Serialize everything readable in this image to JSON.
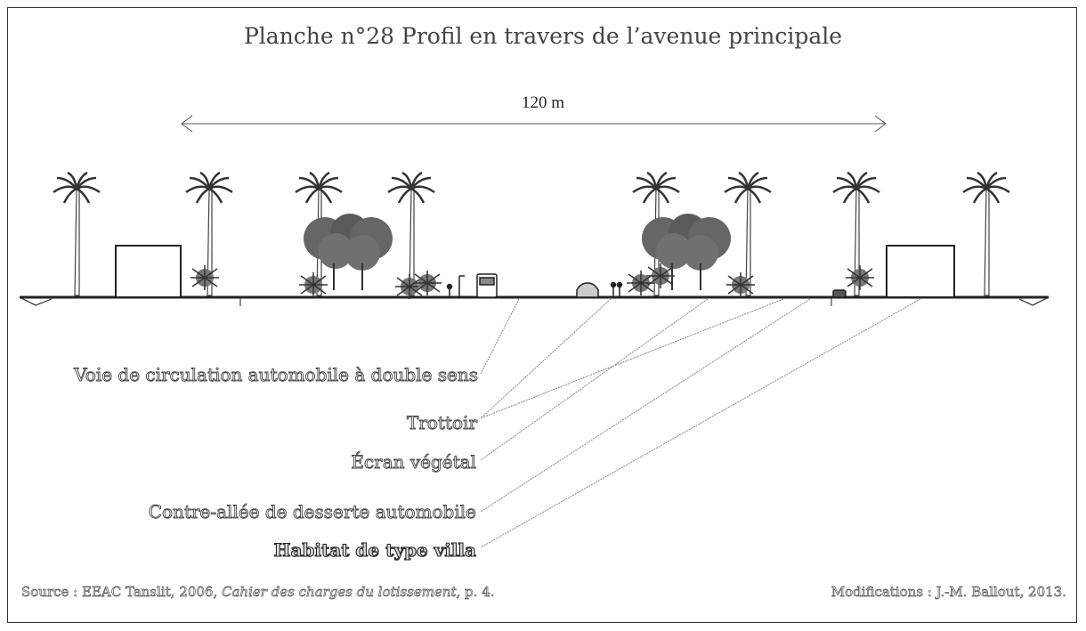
{
  "title": "Planche n°28 Profil en travers de l’avenue principale",
  "dimension": "120 m",
  "labels": {
    "voie": "Voie de circulation automobile à double sens",
    "trottoir": "Trottoir",
    "ecran": "Écran végétal",
    "contre_allee": "Contre-allée de desserte automobile",
    "habitat": "Habitat de type villa"
  },
  "footer": {
    "source_prefix": "Source : EEAC Tanslit, 2006, ",
    "source_title": "Cahier des charges du lotissement",
    "source_suffix": ", p. 4.",
    "modifications": "Modifications : J.-M. Ballout, 2013."
  }
}
